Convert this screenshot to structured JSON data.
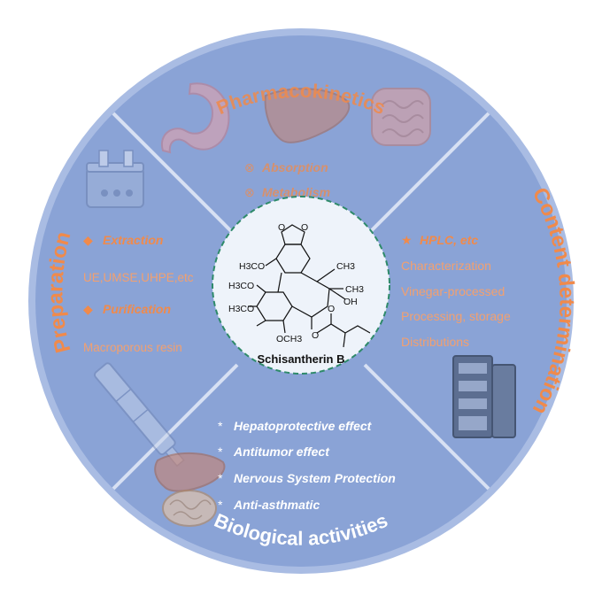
{
  "colors": {
    "wheel": "#8aa3d6",
    "wheel_edge": "#a9bce3",
    "divider": "#d7e0f3",
    "orange": "#f08a4b",
    "white": "#ffffff",
    "center_fill": "#eef3fa",
    "center_border": "#2e8a6a"
  },
  "center": {
    "compound_name": "Schisantherin B"
  },
  "molecule": {
    "group_h3co_1": "H3CO",
    "group_h3co_2": "H3CO",
    "group_h3co_3": "H3CO",
    "group_och3": "OCH3",
    "group_ch3": "CH3",
    "group_ch3_2": "CH3",
    "group_oh": "OH",
    "atom_o1": "O",
    "atom_o2": "O",
    "atom_o3": "O",
    "atom_o4": "O"
  },
  "sections": {
    "pharmacokinetics": {
      "title": "Pharmacokinetics",
      "items": [
        "Absorption",
        "Metabolism"
      ],
      "bullet": "⊗",
      "icons": [
        "stomach-icon",
        "liver-icon",
        "intestine-icon"
      ]
    },
    "preparation": {
      "title": "Preparation",
      "bullet": "◆",
      "heading1": "Extraction",
      "detail1": "UE,UMSE,UHPE,etc",
      "heading2": "Purification",
      "detail2": "Macroporous resin",
      "icons": [
        "ultrasonic-bath-icon",
        "resin-column-icon"
      ]
    },
    "content_determination": {
      "title": "Content determination",
      "bullet": "★",
      "heading": "HPLC, etc",
      "items": [
        "Characterization",
        "Vinegar-processed",
        "Processing, storage",
        "Distributions"
      ],
      "icons": [
        "hplc-instrument-icon"
      ]
    },
    "biological_activities": {
      "title": "Biological activities",
      "bullet": "*",
      "items": [
        "Hepatoprotective effect",
        "Antitumor effect",
        "Nervous System Protection",
        "Anti-asthmatic"
      ],
      "icons": [
        "liver-icon",
        "brain-icon"
      ]
    }
  }
}
